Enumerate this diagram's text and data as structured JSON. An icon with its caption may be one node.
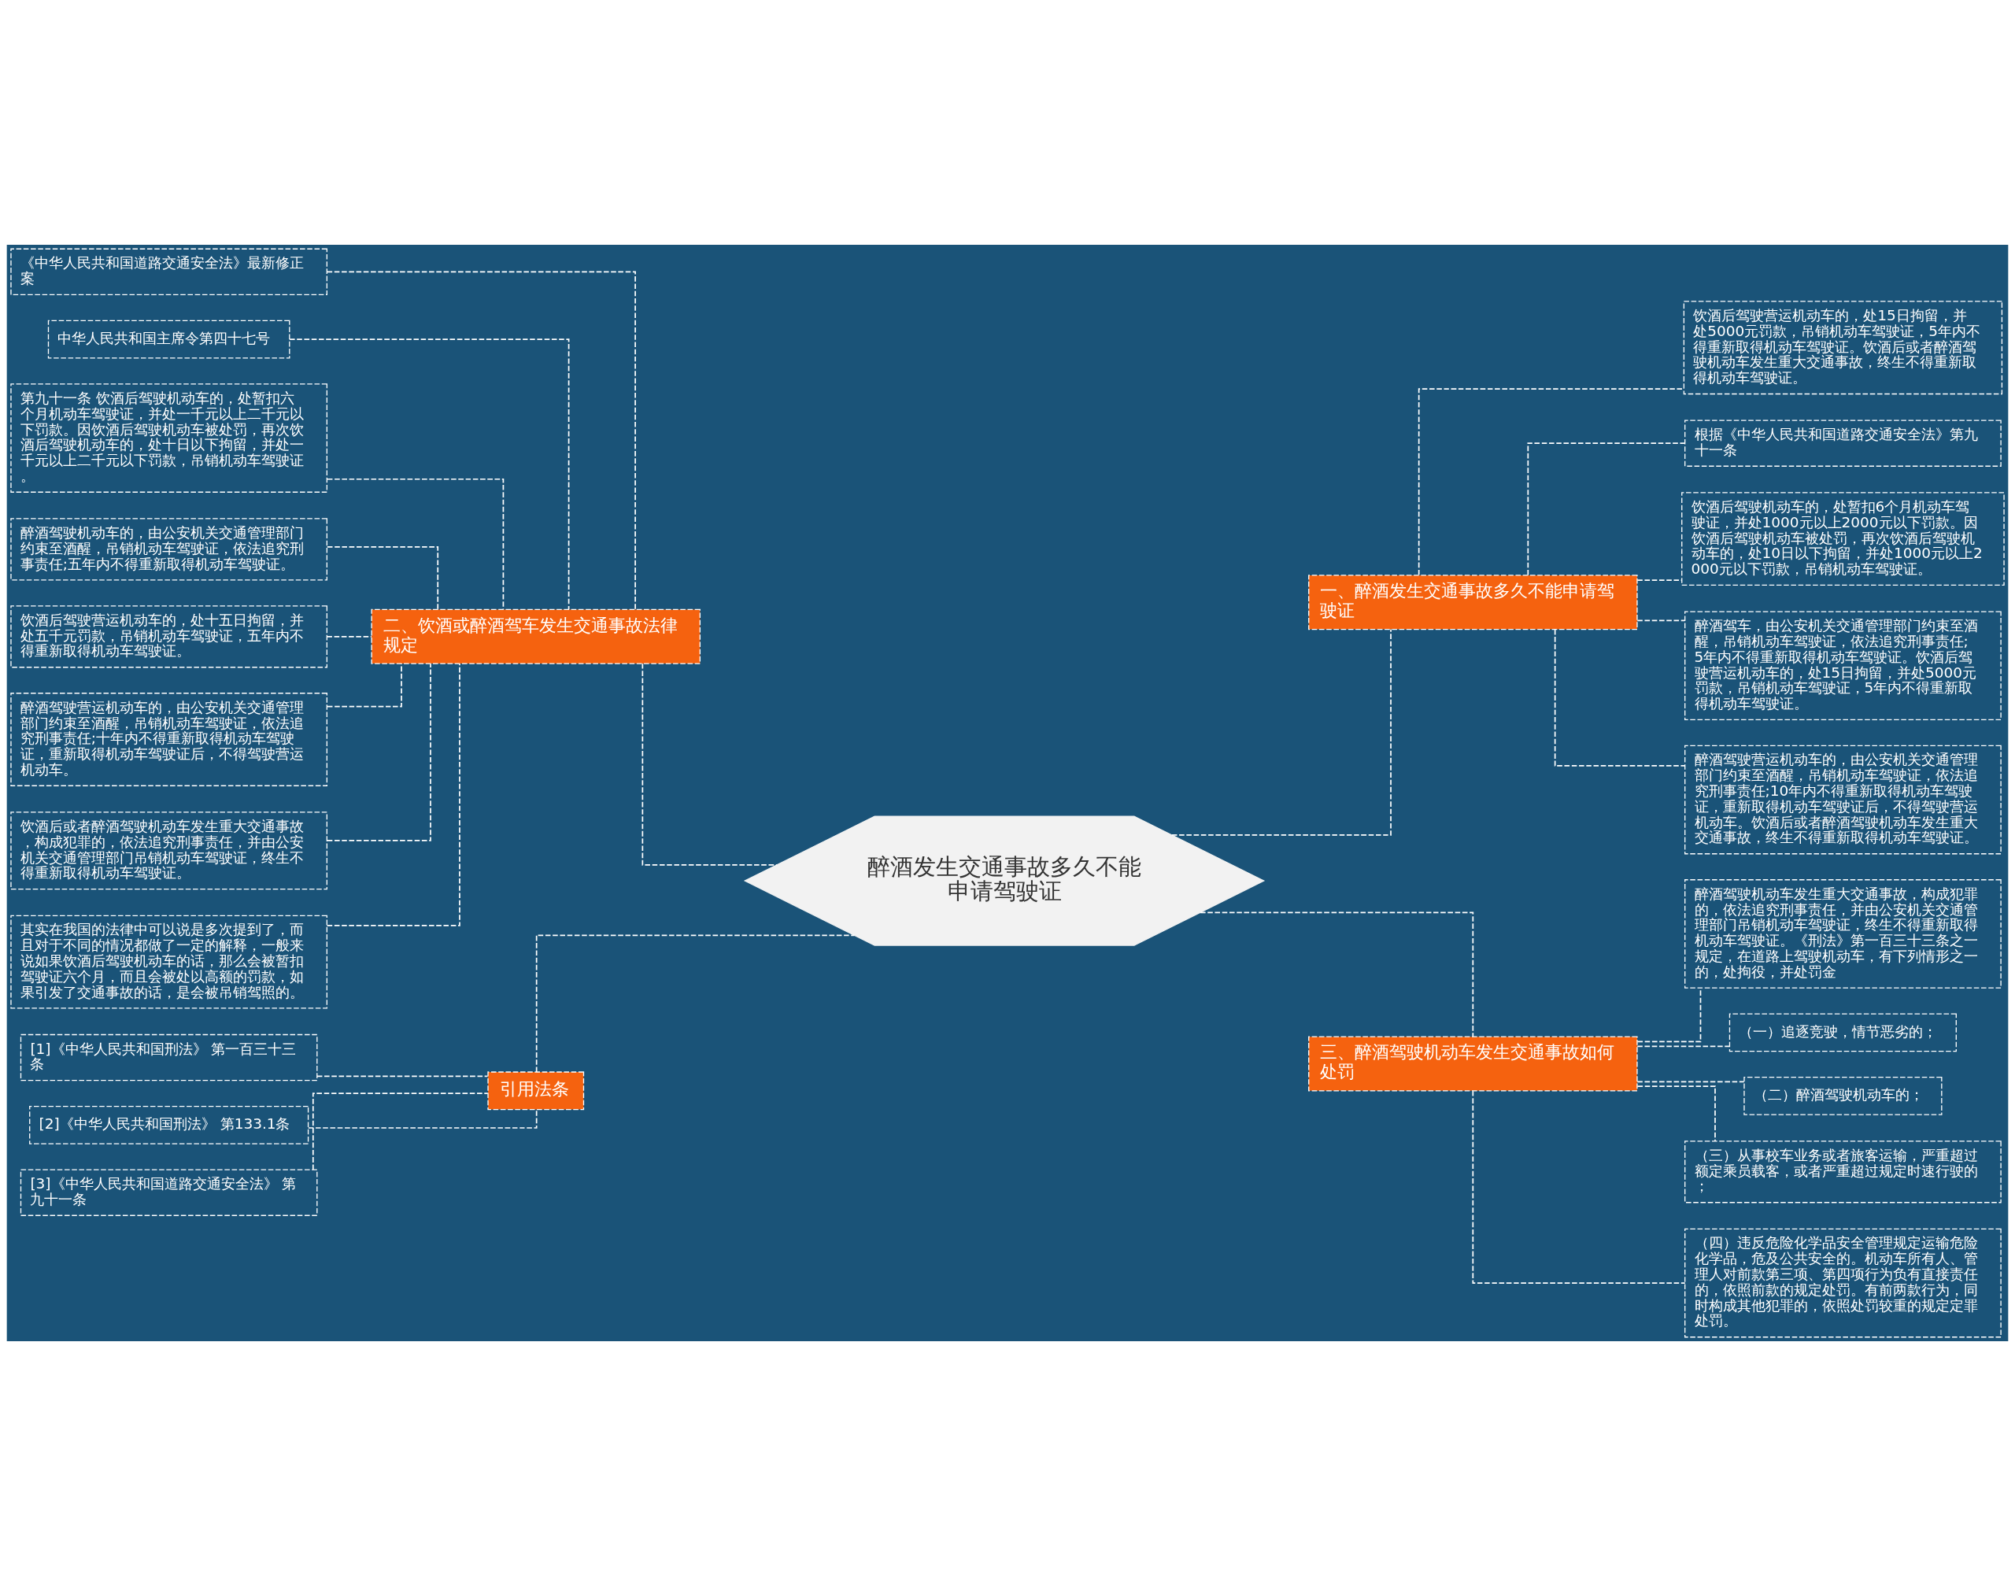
{
  "diagram": {
    "nodes": [
      {
        "text": [
          "醉酒发生交通事故多久不能申请驾驶证"
        ]
      },
      {
        "text": [
          "一、醉酒发生交通事故多久不能申请驾驶证"
        ]
      },
      {
        "text": [
          "饮酒后驾驶营运机动车的，处15日拘留，并处5000元罚款，吊销机动车驾驶证，5年内不得重新取得机动车驾驶证。饮酒后或者醉酒驾驶机动车发生重大交通事故，终生不得重新取得机动车驾驶证。"
        ]
      },
      {
        "text": [
          "根据《中华人民共和国道路交通安全法》第九十一条"
        ]
      },
      {
        "text": [
          "饮酒后驾驶机动车的，处暂扣6个月机动车驾驶证，并处1000元以上2000元以下罚款。因饮酒后驾驶机动车被处罚，再次饮酒后驾驶机动车的，处10日以下拘留，并处1000元以上2000元以下罚款，吊销机动车驾驶证。"
        ]
      },
      {
        "text": [
          "醉酒驾车，由公安机关交通管理部门约束至酒醒，吊销机动车驾驶证，依法追究刑事责任;5年内不得重新取得机动车驾驶证。饮酒后驾驶营运机动车的，处15日拘留，并处5000元罚款，吊销机动车驾驶证，5年内不得重新取得机动车驾驶证。"
        ]
      },
      {
        "text": [
          "醉酒驾驶营运机动车的，由公安机关交通管理部门约束至酒醒，吊销机动车驾驶证，依法追究刑事责任;10年内不得重新取得机动车驾驶证，重新取得机动车驾驶证后，不得驾驶营运机动车。饮酒后或者醉酒驾驶机动车发生重大交通事故，终生不得重新取得机动车驾驶证。"
        ]
      },
      {
        "text": [
          "二、饮酒或醉酒驾车发生交通事故法律规定"
        ]
      },
      {
        "text": [
          "《中华人民共和国道路交通安全法》最新修正案"
        ]
      },
      {
        "text": [
          "中华人民共和国主席令第四十七号"
        ]
      },
      {
        "text": [
          "第九十一条 饮酒后驾驶机动车的，处暂扣六个月机动车驾驶证，并处一千元以上二千元以下罚款。因饮酒后驾驶机动车被处罚，再次饮酒后驾驶机动车的，处十日以下拘留，并处一千元以上二千元以下罚款，吊销机动车驾驶证。"
        ]
      },
      {
        "text": [
          "醉酒驾驶机动车的，由公安机关交通管理部门约束至酒醒，吊销机动车驾驶证，依法追究刑事责任;五年内不得重新取得机动车驾驶证。"
        ]
      },
      {
        "text": [
          "饮酒后驾驶营运机动车的，处十五日拘留，并处五千元罚款，吊销机动车驾驶证，五年内不得重新取得机动车驾驶证。"
        ]
      },
      {
        "text": [
          "醉酒驾驶营运机动车的，由公安机关交通管理部门约束至酒醒，吊销机动车驾驶证，依法追究刑事责任;十年内不得重新取得机动车驾驶证，重新取得机动车驾驶证后，不得驾驶营运机动车。"
        ]
      },
      {
        "text": [
          "饮酒后或者醉酒驾驶机动车发生重大交通事故，构成犯罪的，依法追究刑事责任，并由公安机关交通管理部门吊销机动车驾驶证，终生不得重新取得机动车驾驶证。"
        ]
      },
      {
        "text": [
          "其实在我国的法律中可以说是多次提到了，而且对于不同的情况都做了一定的解释，一般来说如果饮酒后驾驶机动车的话，那么会被暂扣驾驶证六个月，而且会被处以高额的罚款，如果引发了交通事故的话，是会被吊销驾照的。"
        ]
      },
      {
        "text": [
          "三、醉酒驾驶机动车发生交通事故如何处罚"
        ]
      },
      {
        "text": [
          "醉酒驾驶机动车发生重大交通事故，构成犯罪的，依法追究刑事责任，并由公安机关交通管理部门吊销机动车驾驶证，终生不得重新取得机动车驾驶证。《刑法》第一百三十三条之一规定，在道路上驾驶机动车，有下列情形之一的，处拘役，并处罚金"
        ]
      },
      {
        "text": [
          "（一）追逐竞驶，情节恶劣的；"
        ]
      },
      {
        "text": [
          "（二）醉酒驾驶机动车的；"
        ]
      },
      {
        "text": [
          "（三）从事校车业务或者旅客运输，严重超过额定乘员载客，或者严重超过规定时速行驶的；"
        ]
      },
      {
        "text": [
          "（四）违反危险化学品安全管理规定运输危险化学品，危及公共安全的。机动车所有人、管理人对前款第三项、第四项行为负有直接责任的，依照前款的规定处罚。有前两款行为，同时构成其他犯罪的，依照处罚较重的规定定罪处罚。"
        ]
      },
      {
        "text": [
          "引用法条"
        ]
      },
      {
        "text": [
          "[1]《中华人民共和国刑法》 第一百三十三条"
        ]
      },
      {
        "text": [
          "[2]《中华人民共和国刑法》 第133.1条"
        ]
      },
      {
        "text": [
          "[3]《中华人民共和国道路交通安全法》 第九十一条"
        ]
      }
    ],
    "edges": [
      {
        "from": 0,
        "to": 1,
        "arrow": "none",
        "style": "dashed"
      },
      {
        "from": 1,
        "to": 2,
        "arrow": "none",
        "style": "dashed"
      },
      {
        "from": 1,
        "to": 3,
        "arrow": "none",
        "style": "dashed"
      },
      {
        "from": 1,
        "to": 4,
        "arrow": "none",
        "style": "dashed"
      },
      {
        "from": 1,
        "to": 5,
        "arrow": "none",
        "style": "dashed"
      },
      {
        "from": 1,
        "to": 6,
        "arrow": "none",
        "style": "dashed"
      },
      {
        "from": 0,
        "to": 7,
        "arrow": "none",
        "style": "dashed"
      },
      {
        "from": 7,
        "to": 8,
        "arrow": "none",
        "style": "dashed"
      },
      {
        "from": 7,
        "to": 9,
        "arrow": "none",
        "style": "dashed"
      },
      {
        "from": 7,
        "to": 10,
        "arrow": "none",
        "style": "dashed"
      },
      {
        "from": 7,
        "to": 11,
        "arrow": "none",
        "style": "dashed"
      },
      {
        "from": 7,
        "to": 12,
        "arrow": "none",
        "style": "dashed"
      },
      {
        "from": 7,
        "to": 13,
        "arrow": "none",
        "style": "dashed"
      },
      {
        "from": 7,
        "to": 14,
        "arrow": "none",
        "style": "dashed"
      },
      {
        "from": 7,
        "to": 15,
        "arrow": "none",
        "style": "dashed"
      },
      {
        "from": 0,
        "to": 16,
        "arrow": "none",
        "style": "dashed"
      },
      {
        "from": 16,
        "to": 17,
        "arrow": "none",
        "style": "dashed"
      },
      {
        "from": 16,
        "to": 18,
        "arrow": "none",
        "style": "dashed"
      },
      {
        "from": 16,
        "to": 19,
        "arrow": "none",
        "style": "dashed"
      },
      {
        "from": 16,
        "to": 20,
        "arrow": "none",
        "style": "dashed"
      },
      {
        "from": 16,
        "to": 21,
        "arrow": "none",
        "style": "dashed"
      },
      {
        "from": 0,
        "to": 22,
        "arrow": "none",
        "style": "dashed"
      },
      {
        "from": 22,
        "to": 23,
        "arrow": "none",
        "style": "dashed"
      },
      {
        "from": 22,
        "to": 24,
        "arrow": "none",
        "style": "dashed"
      },
      {
        "from": 22,
        "to": 25,
        "arrow": "none",
        "style": "dashed"
      }
    ]
  }
}
